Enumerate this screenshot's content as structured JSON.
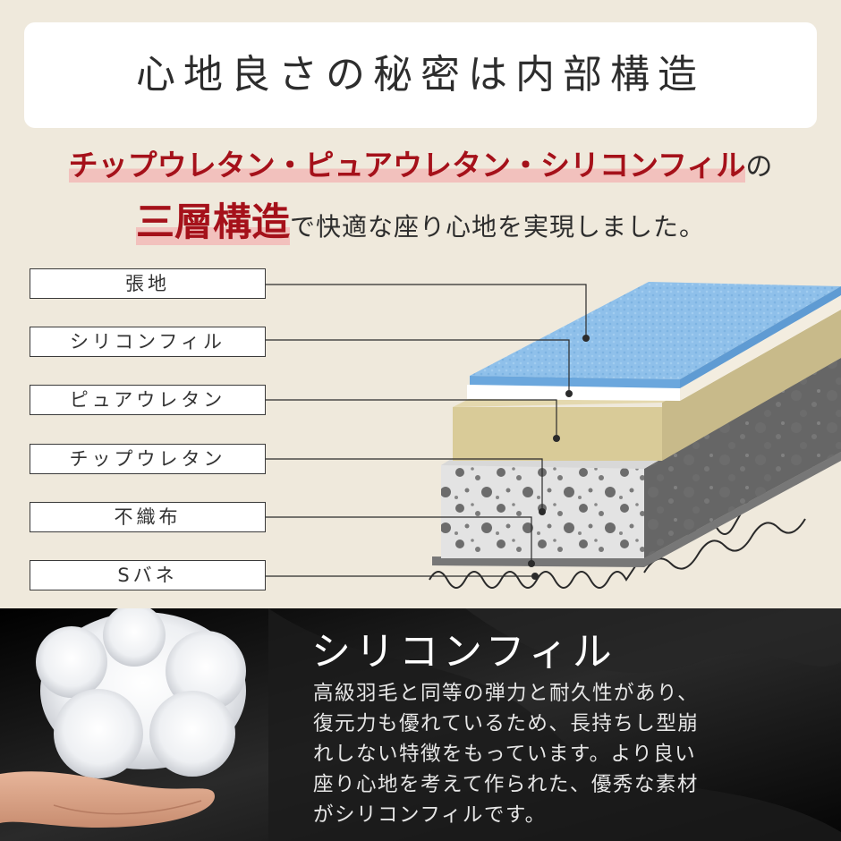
{
  "title": "心地良さの秘密は内部構造",
  "headline": {
    "materials": "チップウレタン・ピュアウレタン・シリコンフィル",
    "particle": "の",
    "emphasis": "三層構造",
    "rest": "で快適な座り心地を実現しました。"
  },
  "layers": [
    {
      "label": "張地"
    },
    {
      "label": "シリコンフィル"
    },
    {
      "label": "ピュアウレタン"
    },
    {
      "label": "チップウレタン"
    },
    {
      "label": "不織布"
    },
    {
      "label": "Sバネ"
    }
  ],
  "feature": {
    "title": "シリコンフィル",
    "lines": [
      "高級羽毛と同等の弾力と耐久性があり、",
      "復元力も優れているため、長持ちし型崩",
      "れしない特徴をもっています。より良い",
      "座り心地を考えて作られた、優秀な素材",
      "がシリコンフィルです。"
    ]
  },
  "colors": {
    "accent": "#a5111a",
    "highlight": "#f2c1bd",
    "background": "#efe9dc",
    "dark_panel": "#111111"
  }
}
